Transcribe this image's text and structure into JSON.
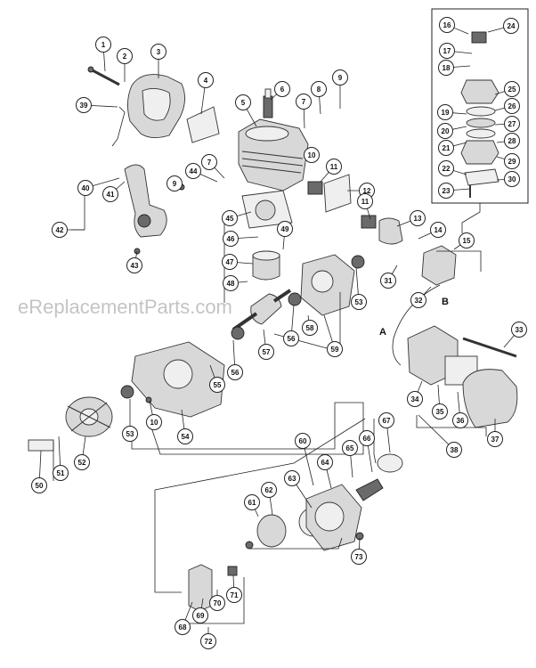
{
  "watermark": "eReplacementParts.com",
  "markers": {
    "a": "A",
    "b": "B"
  },
  "callouts": [
    "1",
    "2",
    "3",
    "4",
    "5",
    "6",
    "7",
    "8",
    "9",
    "39",
    "10",
    "11",
    "12",
    "40",
    "41",
    "42",
    "43",
    "44",
    "7",
    "9",
    "45",
    "46",
    "47",
    "48",
    "49",
    "11",
    "13",
    "14",
    "15",
    "31",
    "16",
    "17",
    "18",
    "24",
    "25",
    "26",
    "19",
    "20",
    "27",
    "21",
    "28",
    "29",
    "22",
    "30",
    "23",
    "32",
    "33",
    "53",
    "56",
    "58",
    "59",
    "57",
    "55",
    "56",
    "53",
    "54",
    "10",
    "34",
    "35",
    "36",
    "37",
    "38",
    "50",
    "51",
    "52",
    "60",
    "61",
    "62",
    "63",
    "64",
    "65",
    "66",
    "67",
    "73",
    "68",
    "69",
    "70",
    "71",
    "72"
  ]
}
